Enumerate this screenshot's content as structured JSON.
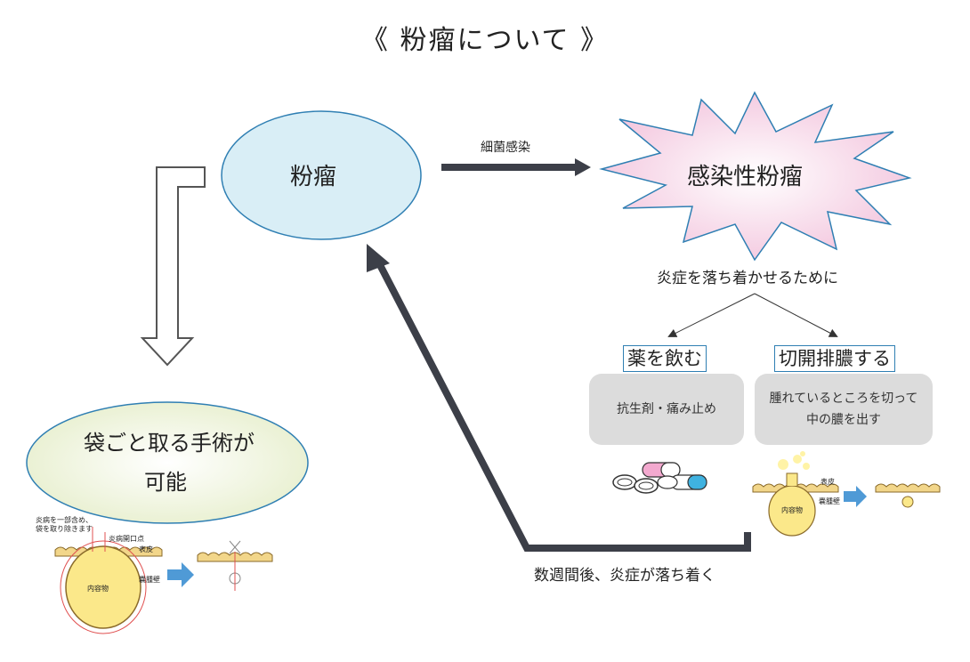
{
  "title": "《 粉瘤について 》",
  "nodes": {
    "funryu": "粉瘤",
    "infected": "感染性粉瘤",
    "surgery_line1": "袋ごと取る手術が",
    "surgery_line2": "可能"
  },
  "edges": {
    "bacterial_infection": "細菌感染",
    "to_calm": "炎症を落ち着かせるために",
    "weeks_later": "数週間後、炎症が落ち着く"
  },
  "treatments": {
    "medicine": {
      "title": "薬を飲む",
      "detail": "抗生剤・痛み止め"
    },
    "incision": {
      "title": "切開排膿する",
      "detail_line1": "腫れているところを切って",
      "detail_line2": "中の膿を出す"
    }
  },
  "illustrations": {
    "surgery_note_line1": "炎病を一部含め、",
    "surgery_note_line2": "袋を取り除きます",
    "opening": "炎病開口点",
    "epidermis": "表皮",
    "contents": "内容物",
    "cyst_wall": "嚢腫壁",
    "incision_epidermis": "表皮",
    "incision_contents": "内容物",
    "incision_cyst_wall": "嚢腫壁"
  },
  "colors": {
    "ellipse_blue": "#d9eef6",
    "ellipse_green": "#eef3dd",
    "star_pink": "#f6d4e6",
    "outline_blue": "#2f7fb3",
    "arrow_dark": "#3c3f48",
    "grey_box": "#dcdcdc",
    "yellow_cyst": "#fbe88a",
    "skin": "#f2d68a",
    "blue_arrow": "#4f9ad6"
  }
}
